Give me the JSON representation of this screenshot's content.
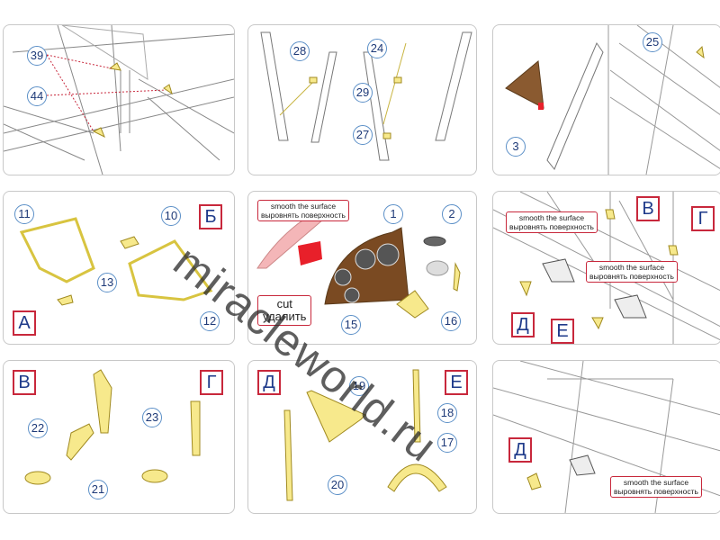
{
  "panels": [
    {
      "id": "wing-struts",
      "callouts": [
        "39",
        "44"
      ]
    },
    {
      "id": "cabane-struts",
      "callouts": [
        "28",
        "24",
        "29",
        "27"
      ]
    },
    {
      "id": "tail-fin",
      "callouts": [
        "3",
        "25"
      ]
    },
    {
      "id": "windscreens",
      "letters": [
        "Б",
        "А"
      ],
      "callouts": [
        "11",
        "10",
        "13",
        "12"
      ]
    },
    {
      "id": "instrument-panel",
      "callouts": [
        "1",
        "2",
        "15",
        "16"
      ],
      "note": {
        "en": "smooth the surface",
        "ru": "выровнять поверхность"
      },
      "cut": {
        "en": "cut",
        "ru": "удалить"
      }
    },
    {
      "id": "fuselage-fittings",
      "letters": [
        "В",
        "Г",
        "Д",
        "Е"
      ],
      "notes": [
        {
          "en": "smooth the surface",
          "ru": "выровнять поверхность"
        },
        {
          "en": "smooth the surface",
          "ru": "выровнять поверхность"
        }
      ]
    },
    {
      "id": "control-levers",
      "letters": [
        "В",
        "Г"
      ],
      "callouts": [
        "22",
        "23",
        "21"
      ]
    },
    {
      "id": "quadrants",
      "letters": [
        "Д",
        "Е"
      ],
      "callouts": [
        "19",
        "18",
        "17",
        "20"
      ]
    },
    {
      "id": "fuselage-floor",
      "letters": [
        "Д"
      ],
      "note": {
        "en": "smooth the surface",
        "ru": "выровнять поверхность"
      }
    }
  ],
  "watermark": "miracleworld.ru",
  "colors": {
    "pe_part": "#f7e98c",
    "callout_border": "#5b8fc7",
    "letter_border": "#c8283c",
    "panel_wood": "#7a4a22",
    "cut_red": "#e8202a",
    "pink": "#f4b6b8"
  }
}
